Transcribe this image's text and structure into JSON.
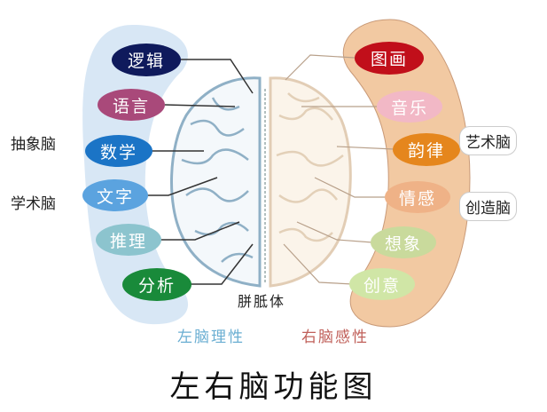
{
  "left_functions": [
    {
      "label": "逻辑",
      "color": "#0f1a5c"
    },
    {
      "label": "语言",
      "color": "#a9497a"
    },
    {
      "label": "数学",
      "color": "#1b74c6"
    },
    {
      "label": "文字",
      "color": "#5ba3df"
    },
    {
      "label": "推理",
      "color": "#8cc4ce"
    },
    {
      "label": "分析",
      "color": "#198a3a"
    }
  ],
  "right_functions": [
    {
      "label": "图画",
      "color": "#c10f1a"
    },
    {
      "label": "音乐",
      "color": "#f2b8c6"
    },
    {
      "label": "韵律",
      "color": "#e5861d"
    },
    {
      "label": "情感",
      "color": "#efb287"
    },
    {
      "label": "想象",
      "color": "#c9da9c"
    },
    {
      "label": "创意",
      "color": "#d0e6a6"
    }
  ],
  "left_tags": [
    "抽象脑",
    "学术脑"
  ],
  "right_tags": [
    "艺术脑",
    "创造脑"
  ],
  "corpus_callosum": "胼胝体",
  "left_caption": "左脑理性",
  "right_caption": "右脑感性",
  "title": "左右脑功能图",
  "colors": {
    "left_band": "#d8e7f5",
    "right_band": "#f2c9a2",
    "left_caption": "#6aaed2",
    "right_caption": "#c0605a"
  }
}
